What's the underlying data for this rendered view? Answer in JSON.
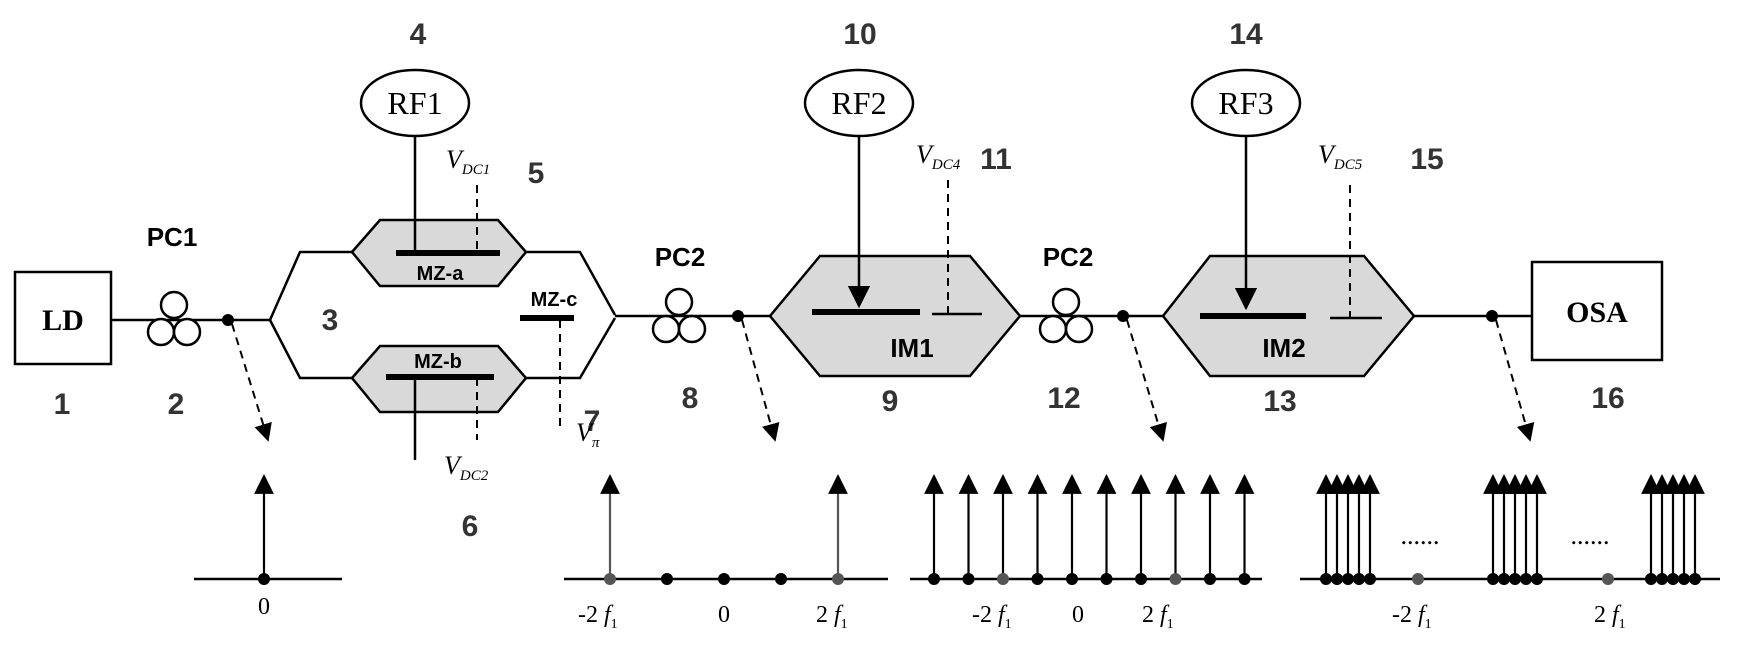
{
  "components": {
    "ld": "LD",
    "osa": "OSA",
    "pc1": "PC1",
    "pc2a": "PC2",
    "pc2b": "PC2",
    "rf1": "RF1",
    "rf2": "RF2",
    "rf3": "RF3",
    "mz_a": "MZ-a",
    "mz_b": "MZ-b",
    "mz_c": "MZ-c",
    "im1": "IM1",
    "im2": "IM2"
  },
  "numbers": {
    "n1": "1",
    "n2": "2",
    "n3": "3",
    "n4": "4",
    "n5": "5",
    "n6": "6",
    "n7": "7",
    "n8": "8",
    "n9": "9",
    "n10": "10",
    "n11": "11",
    "n12": "12",
    "n13": "13",
    "n14": "14",
    "n15": "15",
    "n16": "16"
  },
  "voltages": {
    "vdc1": {
      "main": "V",
      "sub": "DC1"
    },
    "vdc2": {
      "main": "V",
      "sub": "DC2"
    },
    "vdc4": {
      "main": "V",
      "sub": "DC4"
    },
    "vdc5": {
      "main": "V",
      "sub": "DC5"
    },
    "vpi": {
      "main": "V",
      "sub": "π"
    }
  },
  "spectra": {
    "s1": {
      "zero": "0",
      "lines": 1
    },
    "s2": {
      "neg": "-2",
      "zero": "0",
      "pos": "2",
      "freq_main": "f",
      "freq_sub": "1",
      "lines": 2
    },
    "s3": {
      "neg": "-2",
      "zero": "0",
      "pos": "2",
      "freq_main": "f",
      "freq_sub": "1",
      "lines": 10
    },
    "s4": {
      "neg": "-2",
      "pos": "2",
      "freq_main": "f",
      "freq_sub": "1",
      "dots": "......",
      "lines_per_group": 5,
      "groups": 3
    }
  }
}
